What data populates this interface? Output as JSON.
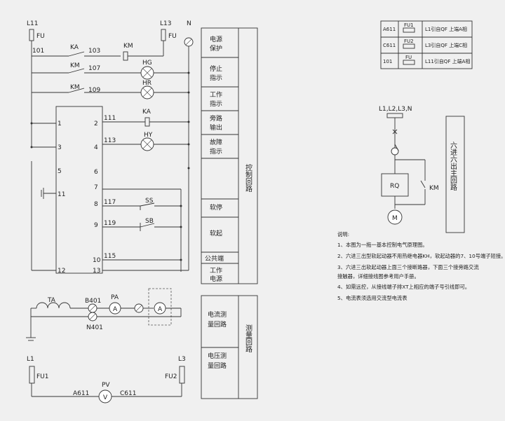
{
  "control": {
    "L11": "L11",
    "L13": "L13",
    "N": "N",
    "FU_a": "FU",
    "FU_b": "FU",
    "w101": "101",
    "KA1": "KA",
    "w103": "103",
    "KM_coil": "KM",
    "KM2": "KM",
    "w107": "107",
    "HG": "HG",
    "KM3": "KM",
    "w109": "109",
    "HR": "HR",
    "KA_coil": "KA",
    "w111": "111",
    "HY": "HY",
    "w113": "113",
    "SS": "SS",
    "w117": "117",
    "SB": "SB",
    "w119": "119",
    "w115": "115",
    "terminals": [
      "1",
      "3",
      "5",
      "11",
      "2",
      "4",
      "6",
      "7",
      "8",
      "9",
      "10",
      "12",
      "13"
    ]
  },
  "sidebar": {
    "blocks": [
      "电源\n保护",
      "停止\n指示",
      "工作\n指示",
      "旁路\n输出",
      "故障\n指示",
      "软停",
      "软起",
      "公共端",
      "工作\n电源",
      "电流测\n量回路",
      "电压测\n量回路"
    ],
    "control_title": "控制回路",
    "measure_title": "测量回路"
  },
  "current": {
    "TA": "TA",
    "PA": "PA",
    "B401": "B401",
    "N401": "N401",
    "A1": "A",
    "A2": "A"
  },
  "voltage": {
    "L1": "L1",
    "L3": "L3",
    "FU1": "FU1",
    "FU2": "FU2",
    "PV": "PV",
    "V": "V",
    "A611": "A611",
    "C611": "C611"
  },
  "fuse_table": {
    "rows": [
      {
        "wire": "A611",
        "fuse": "FU1",
        "desc": "L1引自QF  上端A相"
      },
      {
        "wire": "C611",
        "fuse": "FU2",
        "desc": "L3引自QF  上端C相"
      },
      {
        "wire": "101",
        "fuse": "FU",
        "desc": "L11引自QF  上端A相"
      }
    ]
  },
  "main_circuit": {
    "phases": "L1,L2,L3,N",
    "RQ": "RQ",
    "KM": "KM",
    "M": "M",
    "title": "六进六出主回路"
  },
  "notes": {
    "title": "说明:",
    "lines": [
      "1、本图为一拖一基本控制电气原理图。",
      "2、六进三出型软起动器不用热继电器KH，软起动器的7、10号端子短接。",
      "3、六进三出软起动器上面三个接断路器，下面三个接旁路交流",
      "接触器，详细接线图参考用户手册。",
      "4、如需远控，从接线端子排XT上相应的端子号引线即可。",
      "5、电流表须选用交流型电流表"
    ]
  }
}
